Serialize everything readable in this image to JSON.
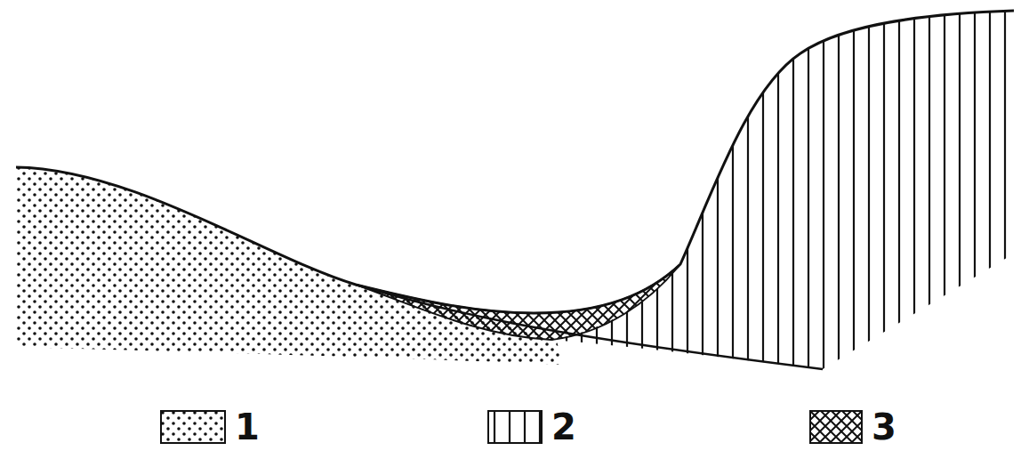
{
  "diagram": {
    "legend": [
      {
        "text": "1"
      },
      {
        "text": "2"
      },
      {
        "text": "3"
      }
    ]
  }
}
